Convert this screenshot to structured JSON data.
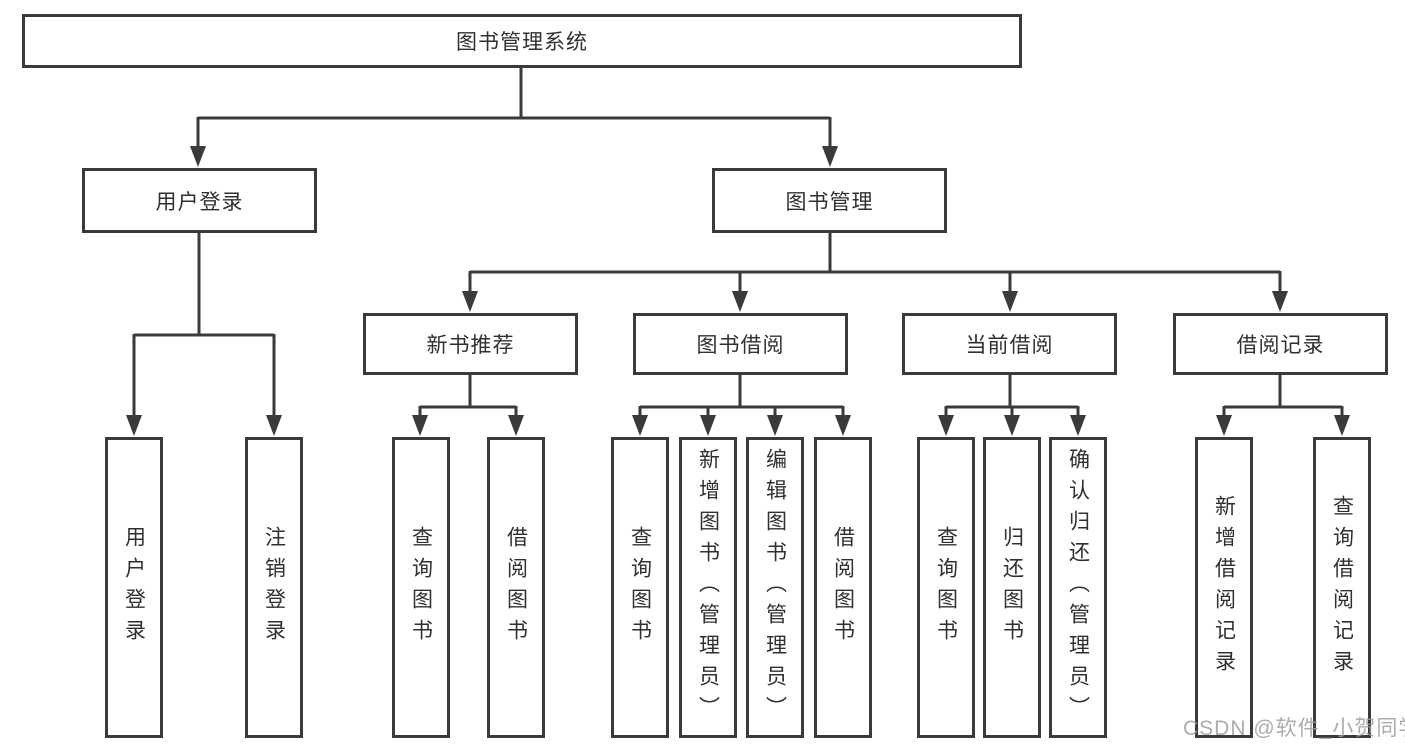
{
  "diagram": {
    "root": {
      "label": "图书管理系统"
    },
    "branches": [
      {
        "label": "用户登录",
        "children": [
          {
            "label": "用户登录"
          },
          {
            "label": "注销登录"
          }
        ]
      },
      {
        "label": "图书管理",
        "children": [
          {
            "label": "新书推荐",
            "children": [
              {
                "label": "查询图书"
              },
              {
                "label": "借阅图书"
              }
            ]
          },
          {
            "label": "图书借阅",
            "children": [
              {
                "label": "查询图书"
              },
              {
                "label": "新增图书（管理员）"
              },
              {
                "label": "编辑图书（管理员）"
              },
              {
                "label": "借阅图书"
              }
            ]
          },
          {
            "label": "当前借阅",
            "children": [
              {
                "label": "查询图书"
              },
              {
                "label": "归还图书"
              },
              {
                "label": "确认归还（管理员）"
              }
            ]
          },
          {
            "label": "借阅记录",
            "children": [
              {
                "label": "新增借阅记录"
              },
              {
                "label": "查询借阅记录"
              }
            ]
          }
        ]
      }
    ]
  },
  "watermark": {
    "text": "CSDN @软件_小贺同学"
  },
  "colors": {
    "line": "#3a3a3a",
    "text": "#303030",
    "watermark": "#9e9e9e",
    "background": "#ffffff"
  }
}
